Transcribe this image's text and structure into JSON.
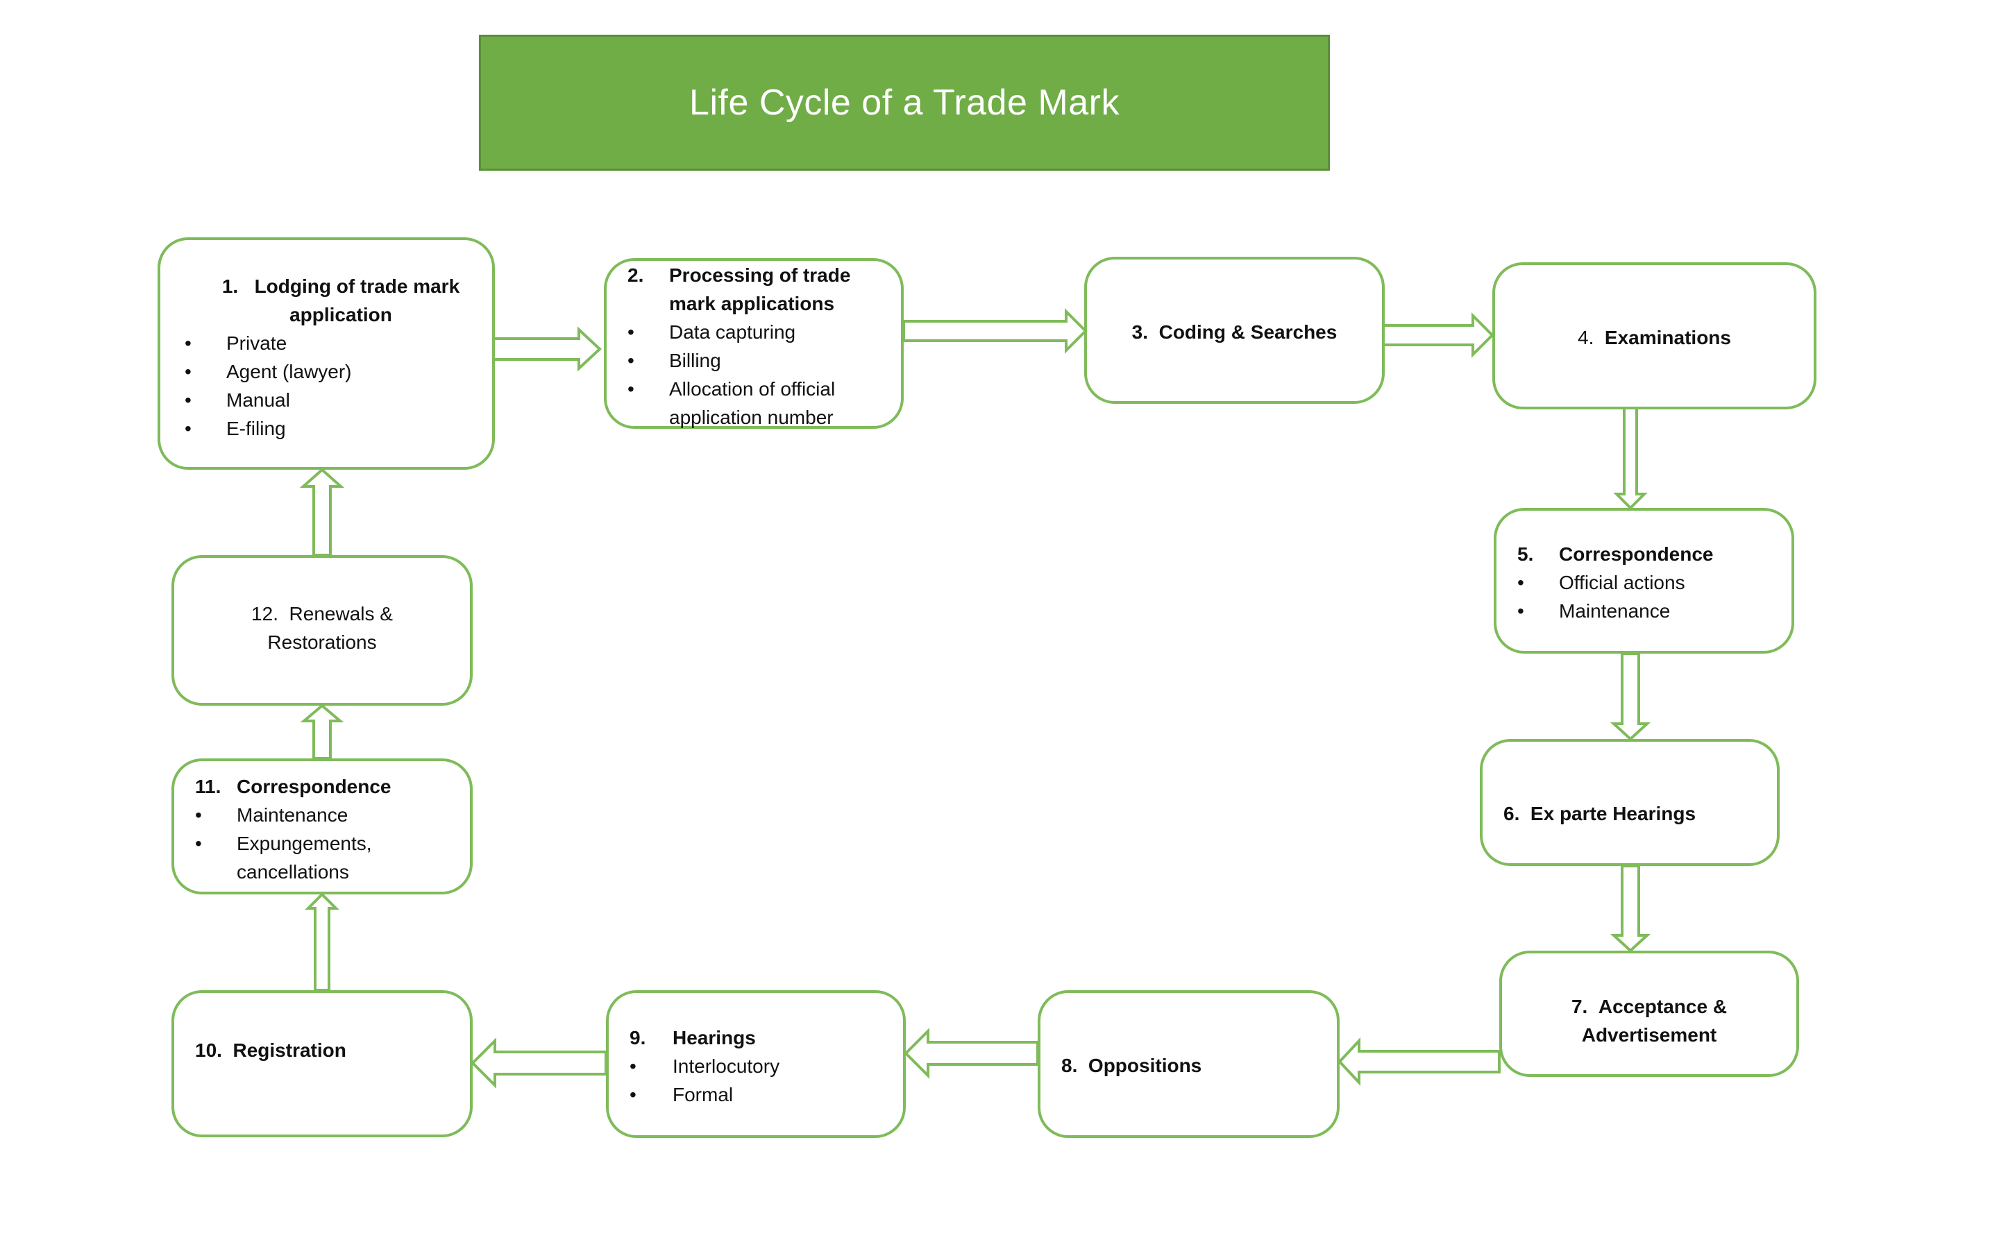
{
  "title": "Life Cycle of a Trade Mark",
  "colors": {
    "title_bg": "#70ad47",
    "border": "#7fbb5a"
  },
  "steps": [
    {
      "num": "1.",
      "heading": "Lodging of trade mark",
      "heading2": "application",
      "items": [
        "Private",
        "Agent (lawyer)",
        "Manual",
        "E-filing"
      ]
    },
    {
      "num": "2.",
      "heading": "Processing of trade",
      "heading2": "mark applications",
      "items": [
        "Data capturing",
        "Billing",
        "Allocation of official",
        "application number"
      ]
    },
    {
      "num": "3.",
      "heading": "Coding & Searches"
    },
    {
      "num": "4.",
      "heading": "Examinations"
    },
    {
      "num": "5.",
      "heading": "Correspondence",
      "items": [
        "Official actions",
        "Maintenance"
      ]
    },
    {
      "num": "6.",
      "heading": "Ex parte Hearings"
    },
    {
      "num": "7.",
      "heading": "Acceptance &",
      "heading2": "Advertisement"
    },
    {
      "num": "8.",
      "heading": "Oppositions"
    },
    {
      "num": "9.",
      "heading": "Hearings",
      "items": [
        "Interlocutory",
        "Formal"
      ]
    },
    {
      "num": "10.",
      "heading": "Registration"
    },
    {
      "num": "11.",
      "heading": "Correspondence",
      "items": [
        "Maintenance",
        "Expungements,",
        "cancellations"
      ]
    },
    {
      "num": "12.",
      "heading": "Renewals &",
      "heading2": "Restorations"
    }
  ],
  "bullet": "•"
}
